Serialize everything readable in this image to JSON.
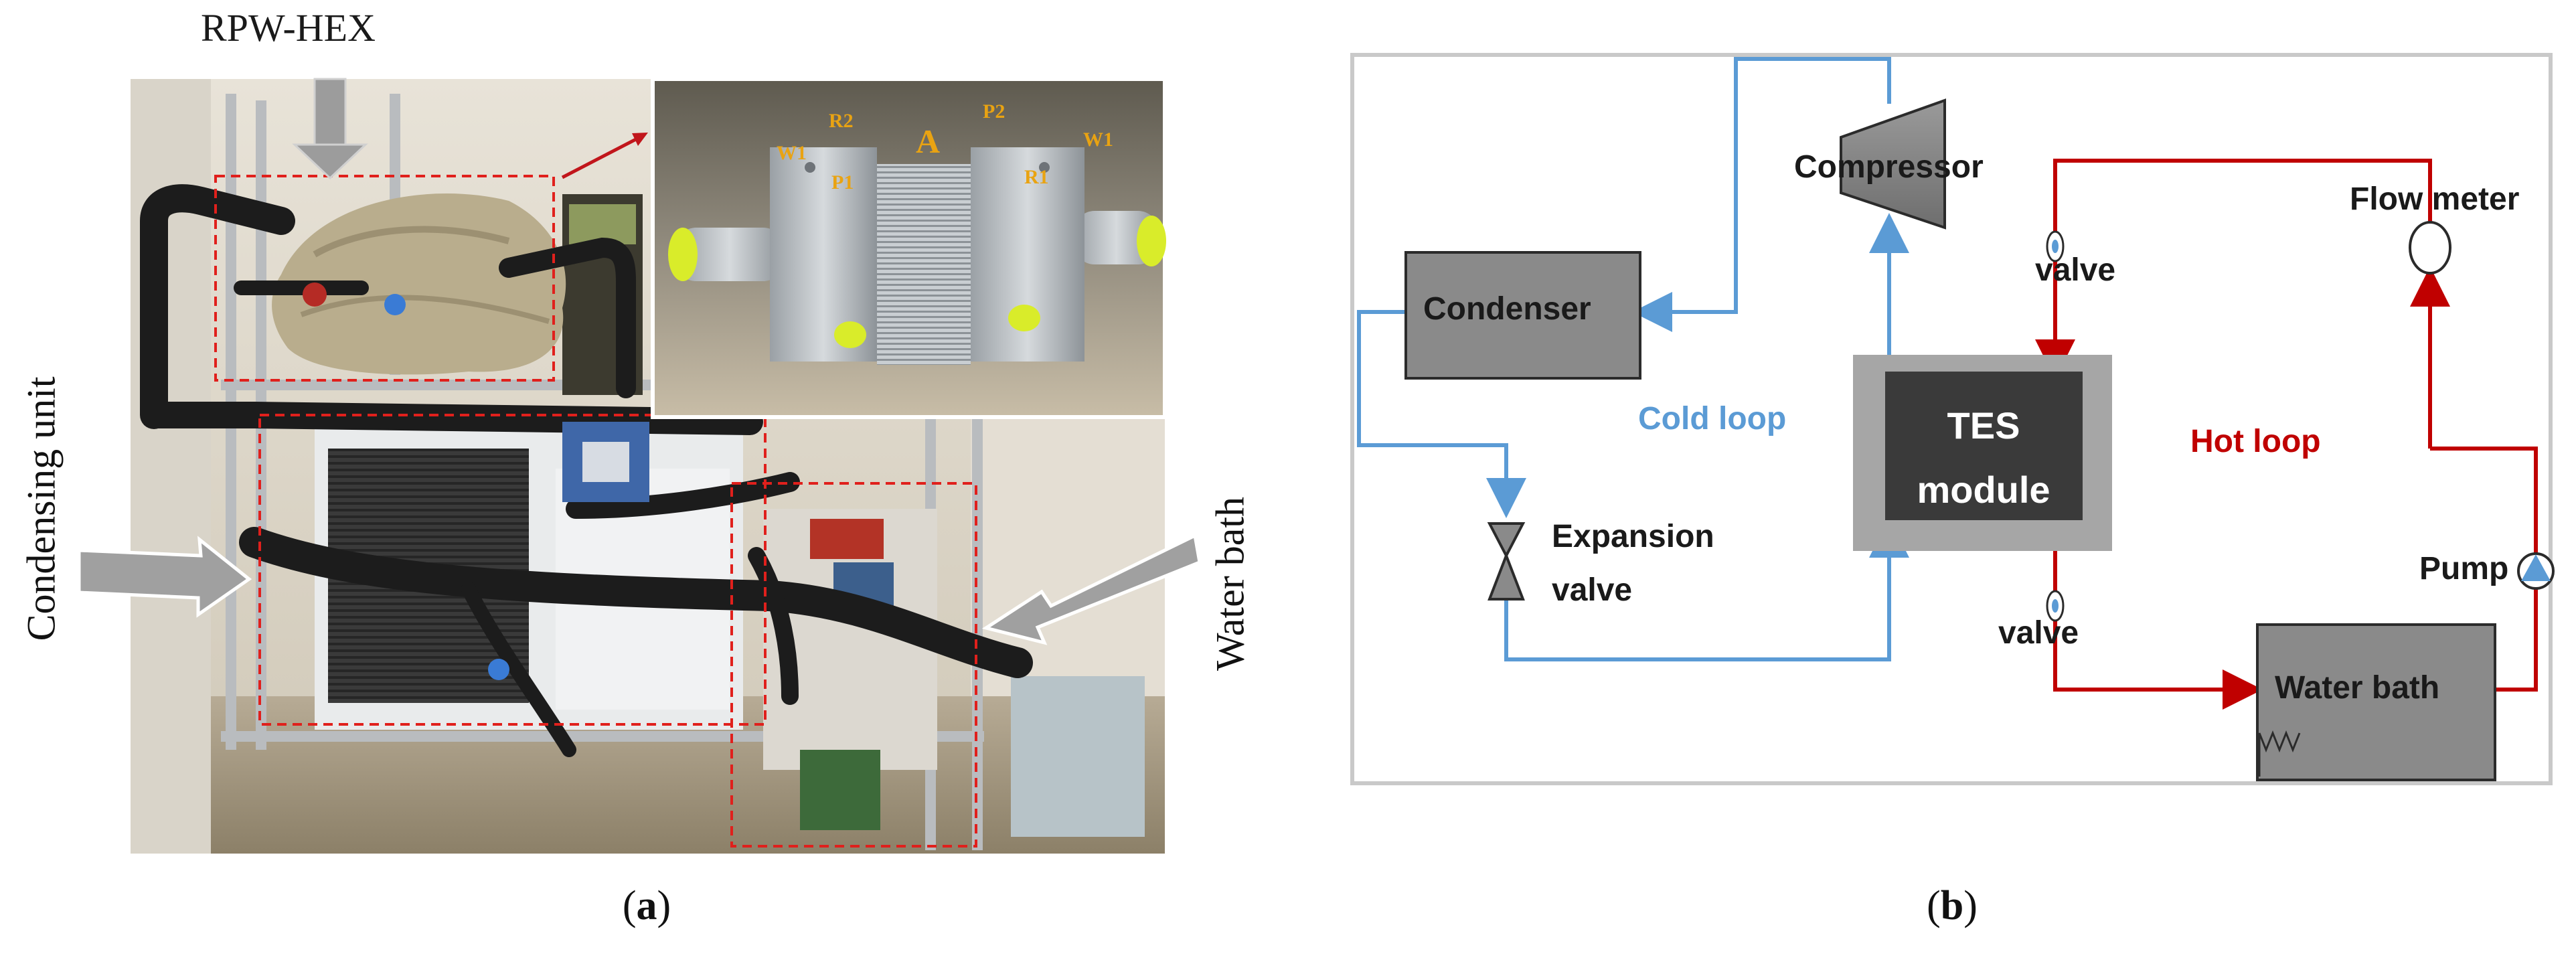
{
  "panel_a": {
    "labels": {
      "rpw_hex": "RPW-HEX",
      "condensing_unit": "Condensing  unit",
      "water_bath": "Water  bath"
    },
    "inset_tags": {
      "w1_left": "W1",
      "r2": "R2",
      "a": "A",
      "p2": "P2",
      "w1_right": "W1",
      "p1": "P1",
      "r1": "R1"
    },
    "caption_open": "(",
    "caption_letter": "a",
    "caption_close": ")"
  },
  "panel_b": {
    "components": {
      "compressor": "Compressor",
      "condenser": "Condenser",
      "tes_line1": "TES",
      "tes_line2": "module",
      "expansion_line1": "Expansion",
      "expansion_line2": "valve",
      "valve_top": "valve",
      "valve_bottom": "valve",
      "flow_meter": "Flow meter",
      "pump": "Pump",
      "water_bath": "Water bath"
    },
    "loops": {
      "cold": "Cold loop",
      "hot": "Hot loop"
    },
    "colors": {
      "cold_loop": "#5b9bd5",
      "hot_loop": "#c00000",
      "component_fill": "#808080",
      "tes_outer": "#a6a6a6",
      "tes_inner": "#3a3a3a"
    },
    "caption_open": "(",
    "caption_letter": "b",
    "caption_close": ")"
  }
}
